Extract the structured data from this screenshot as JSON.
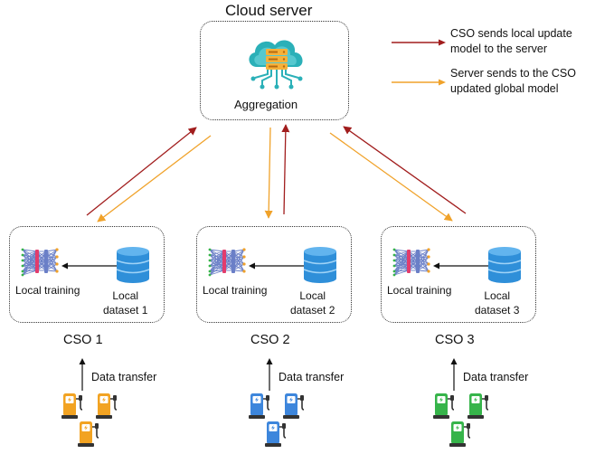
{
  "server": {
    "title": "Cloud server",
    "label": "Aggregation",
    "icon": "cloud-server-icon"
  },
  "legend": {
    "items": [
      {
        "text_line1": "CSO sends local update",
        "text_line2": "model to the server",
        "color": "#a11d1d"
      },
      {
        "text_line1": "Server sends to the CSO",
        "text_line2": "updated global model",
        "color": "#f0a22a"
      }
    ]
  },
  "csos": [
    {
      "name": "CSO 1",
      "training_label": "Local training",
      "dataset_line1": "Local",
      "dataset_line2": "dataset 1",
      "transfer_label": "Data transfer",
      "station_color": "#f2a322"
    },
    {
      "name": "CSO 2",
      "training_label": "Local training",
      "dataset_line1": "Local",
      "dataset_line2": "dataset 2",
      "transfer_label": "Data transfer",
      "station_color": "#3d86dc"
    },
    {
      "name": "CSO 3",
      "training_label": "Local training",
      "dataset_line1": "Local",
      "dataset_line2": "dataset 3",
      "transfer_label": "Data transfer",
      "station_color": "#36b44a"
    }
  ],
  "colors": {
    "upload_arrow": "#a11d1d",
    "download_arrow": "#f0a22a",
    "database": "#2f8fd9",
    "neural_net": "#6a7fc7"
  }
}
